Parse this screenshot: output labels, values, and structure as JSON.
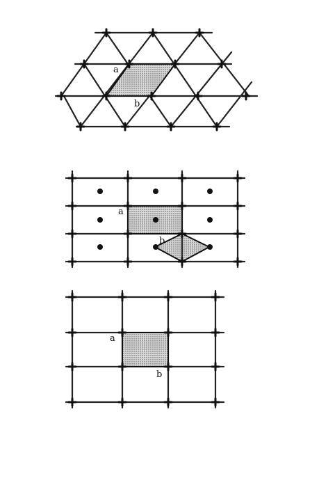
{
  "figure": {
    "labels": {
      "hexagonal": {
        "a": "a",
        "b": "b"
      },
      "centered_rectangular": {
        "a": "a",
        "b": "b"
      },
      "square": {
        "a": "a",
        "b": "b"
      }
    }
  }
}
